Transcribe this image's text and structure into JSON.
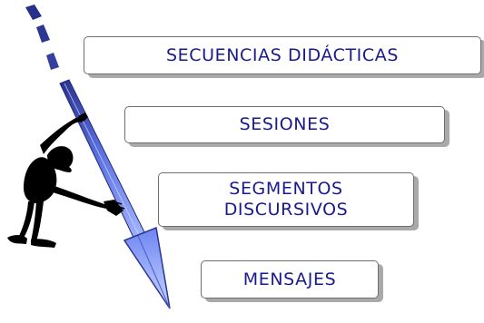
{
  "levels": [
    {
      "lines": [
        "SECUENCIAS DIDÁCTICAS"
      ]
    },
    {
      "lines": [
        "SESIONES"
      ]
    },
    {
      "lines": [
        "SEGMENTOS",
        "DISCURSIVOS"
      ]
    },
    {
      "lines": [
        "MENSAJES"
      ]
    }
  ],
  "colors": {
    "text": "#1a1a8c",
    "box_border": "#6e6e6e",
    "box_shadow": "#a9a9a9",
    "arrow_dark": "#27308a",
    "arrow_light": "#8fa6ff",
    "figure": "#000000"
  },
  "icons": [
    "descending-arrow-icon",
    "pushing-figure-icon"
  ]
}
